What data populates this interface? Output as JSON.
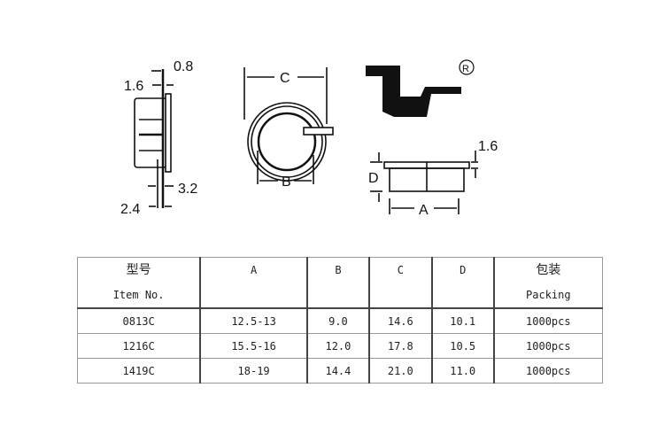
{
  "drawing": {
    "side_view": {
      "dims": [
        "0.8",
        "1.6",
        "3.2",
        "2.4"
      ]
    },
    "front_view": {
      "dims": [
        "C",
        "B"
      ]
    },
    "logo": {
      "mark": "®"
    },
    "section_view": {
      "dims": [
        "1.6",
        "D",
        "A"
      ]
    }
  },
  "table": {
    "headers": [
      {
        "cn": "型号",
        "en": "Item No."
      },
      {
        "cn": "A",
        "en": ""
      },
      {
        "cn": "B",
        "en": ""
      },
      {
        "cn": "C",
        "en": ""
      },
      {
        "cn": "D",
        "en": ""
      },
      {
        "cn": "包装",
        "en": "Packing"
      }
    ],
    "rows": [
      [
        "0813C",
        "12.5-13",
        "9.0",
        "14.6",
        "10.1",
        "1000pcs"
      ],
      [
        "1216C",
        "15.5-16",
        "12.0",
        "17.8",
        "10.5",
        "1000pcs"
      ],
      [
        "1419C",
        "18-19",
        "14.4",
        "21.0",
        "11.0",
        "1000pcs"
      ]
    ]
  }
}
